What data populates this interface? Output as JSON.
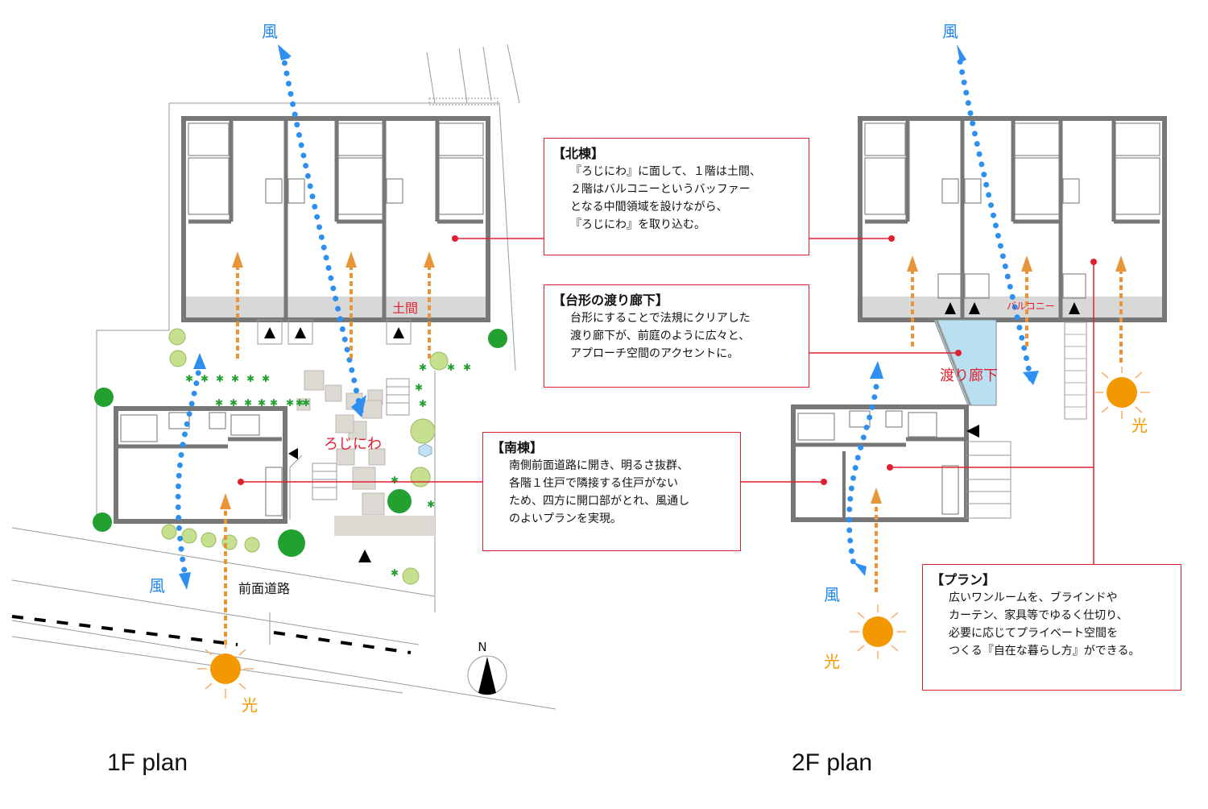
{
  "colors": {
    "wind": "#2d8ff0",
    "light": "#f39800",
    "callout": "#e02030",
    "wall": "#808080",
    "corridor": "#b8e0f0",
    "tree_dark": "#22a030",
    "tree_light": "#c6e090"
  },
  "plans": {
    "first_floor": {
      "label": "1F plan",
      "labels": {
        "wind_top": "風",
        "wind_bottom": "風",
        "light": "光",
        "earth_floor": "土間",
        "roji": "ろじにわ",
        "road": "前面道路",
        "north": "N"
      }
    },
    "second_floor": {
      "label": "2F plan",
      "labels": {
        "wind_top": "風",
        "wind_bottom": "風",
        "light_right": "光",
        "light_bottom": "光",
        "balcony": "バルコニー",
        "corridor": "渡り廊下"
      }
    }
  },
  "callouts": {
    "north_building": {
      "title": "【北棟】",
      "lines": [
        "『ろじにわ』に面して、１階は土間、",
        "２階はバルコニーというバッファー",
        "となる中間領域を設けながら、",
        "『ろじにわ』を取り込む。"
      ]
    },
    "corridor": {
      "title": "【台形の渡り廊下】",
      "lines": [
        "台形にすることで法規にクリアした",
        "渡り廊下が、前庭のように広々と、",
        "アプローチ空間のアクセントに。"
      ]
    },
    "south_building": {
      "title": "【南棟】",
      "lines": [
        "南側前面道路に開き、明るさ抜群、",
        "各階１住戸で隣接する住戸がない",
        "ため、四方に開口部がとれ、風通し",
        "のよいプランを実現。"
      ]
    },
    "plan": {
      "title": "【プラン】",
      "lines": [
        "広いワンルームを、ブラインドや",
        "カーテン、家具等でゆるく仕切り、",
        "必要に応じてプライベート空間を",
        "つくる『自在な暮らし方』ができる。"
      ]
    }
  }
}
